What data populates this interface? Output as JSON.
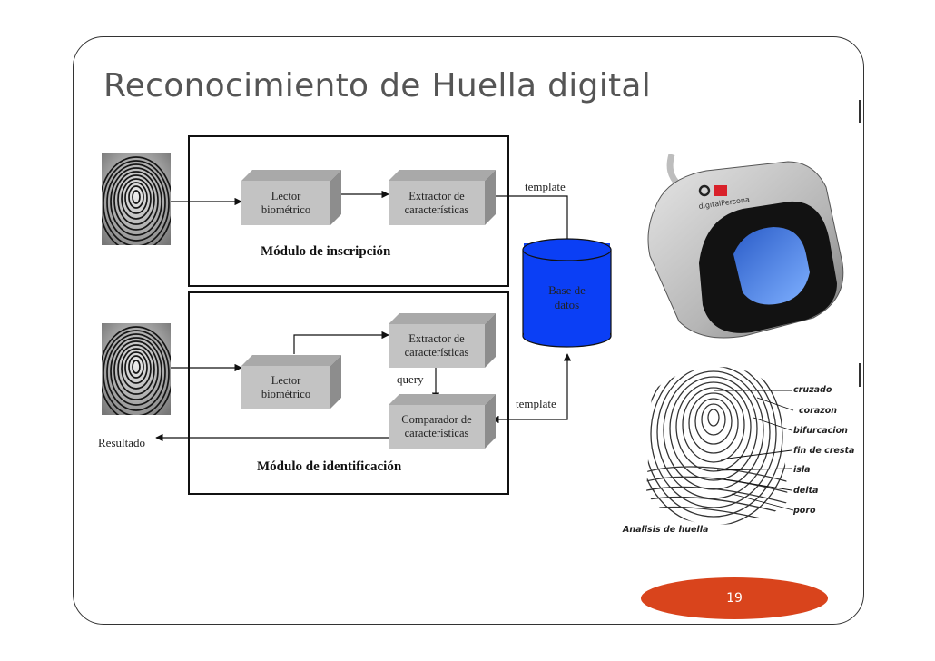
{
  "title": "Reconocimiento de Huella digital",
  "page_number": "19",
  "enrollment": {
    "module_label": "Módulo de inscripción",
    "reader": "Lector\nbiométrico",
    "extractor": "Extractor de\ncaracterísticas",
    "template_label": "template"
  },
  "database": {
    "label": "Base de\ndatos",
    "color": "#0b3ff5"
  },
  "identification": {
    "module_label": "Módulo de identificación",
    "reader": "Lector\nbiométrico",
    "extractor": "Extractor de\ncaracterísticas",
    "comparator": "Comparador de\ncaracterísticas",
    "query_label": "query",
    "template_label": "template",
    "result_label": "Resultado"
  },
  "device": {
    "brand": "digitalPersona"
  },
  "fingerprint_analysis": {
    "caption": "Analisis de huella",
    "features": [
      "cruzado",
      "corazon",
      "bifurcacion",
      "fin de cresta",
      "isla",
      "delta",
      "poro"
    ]
  },
  "accent_color": "#d9441c"
}
